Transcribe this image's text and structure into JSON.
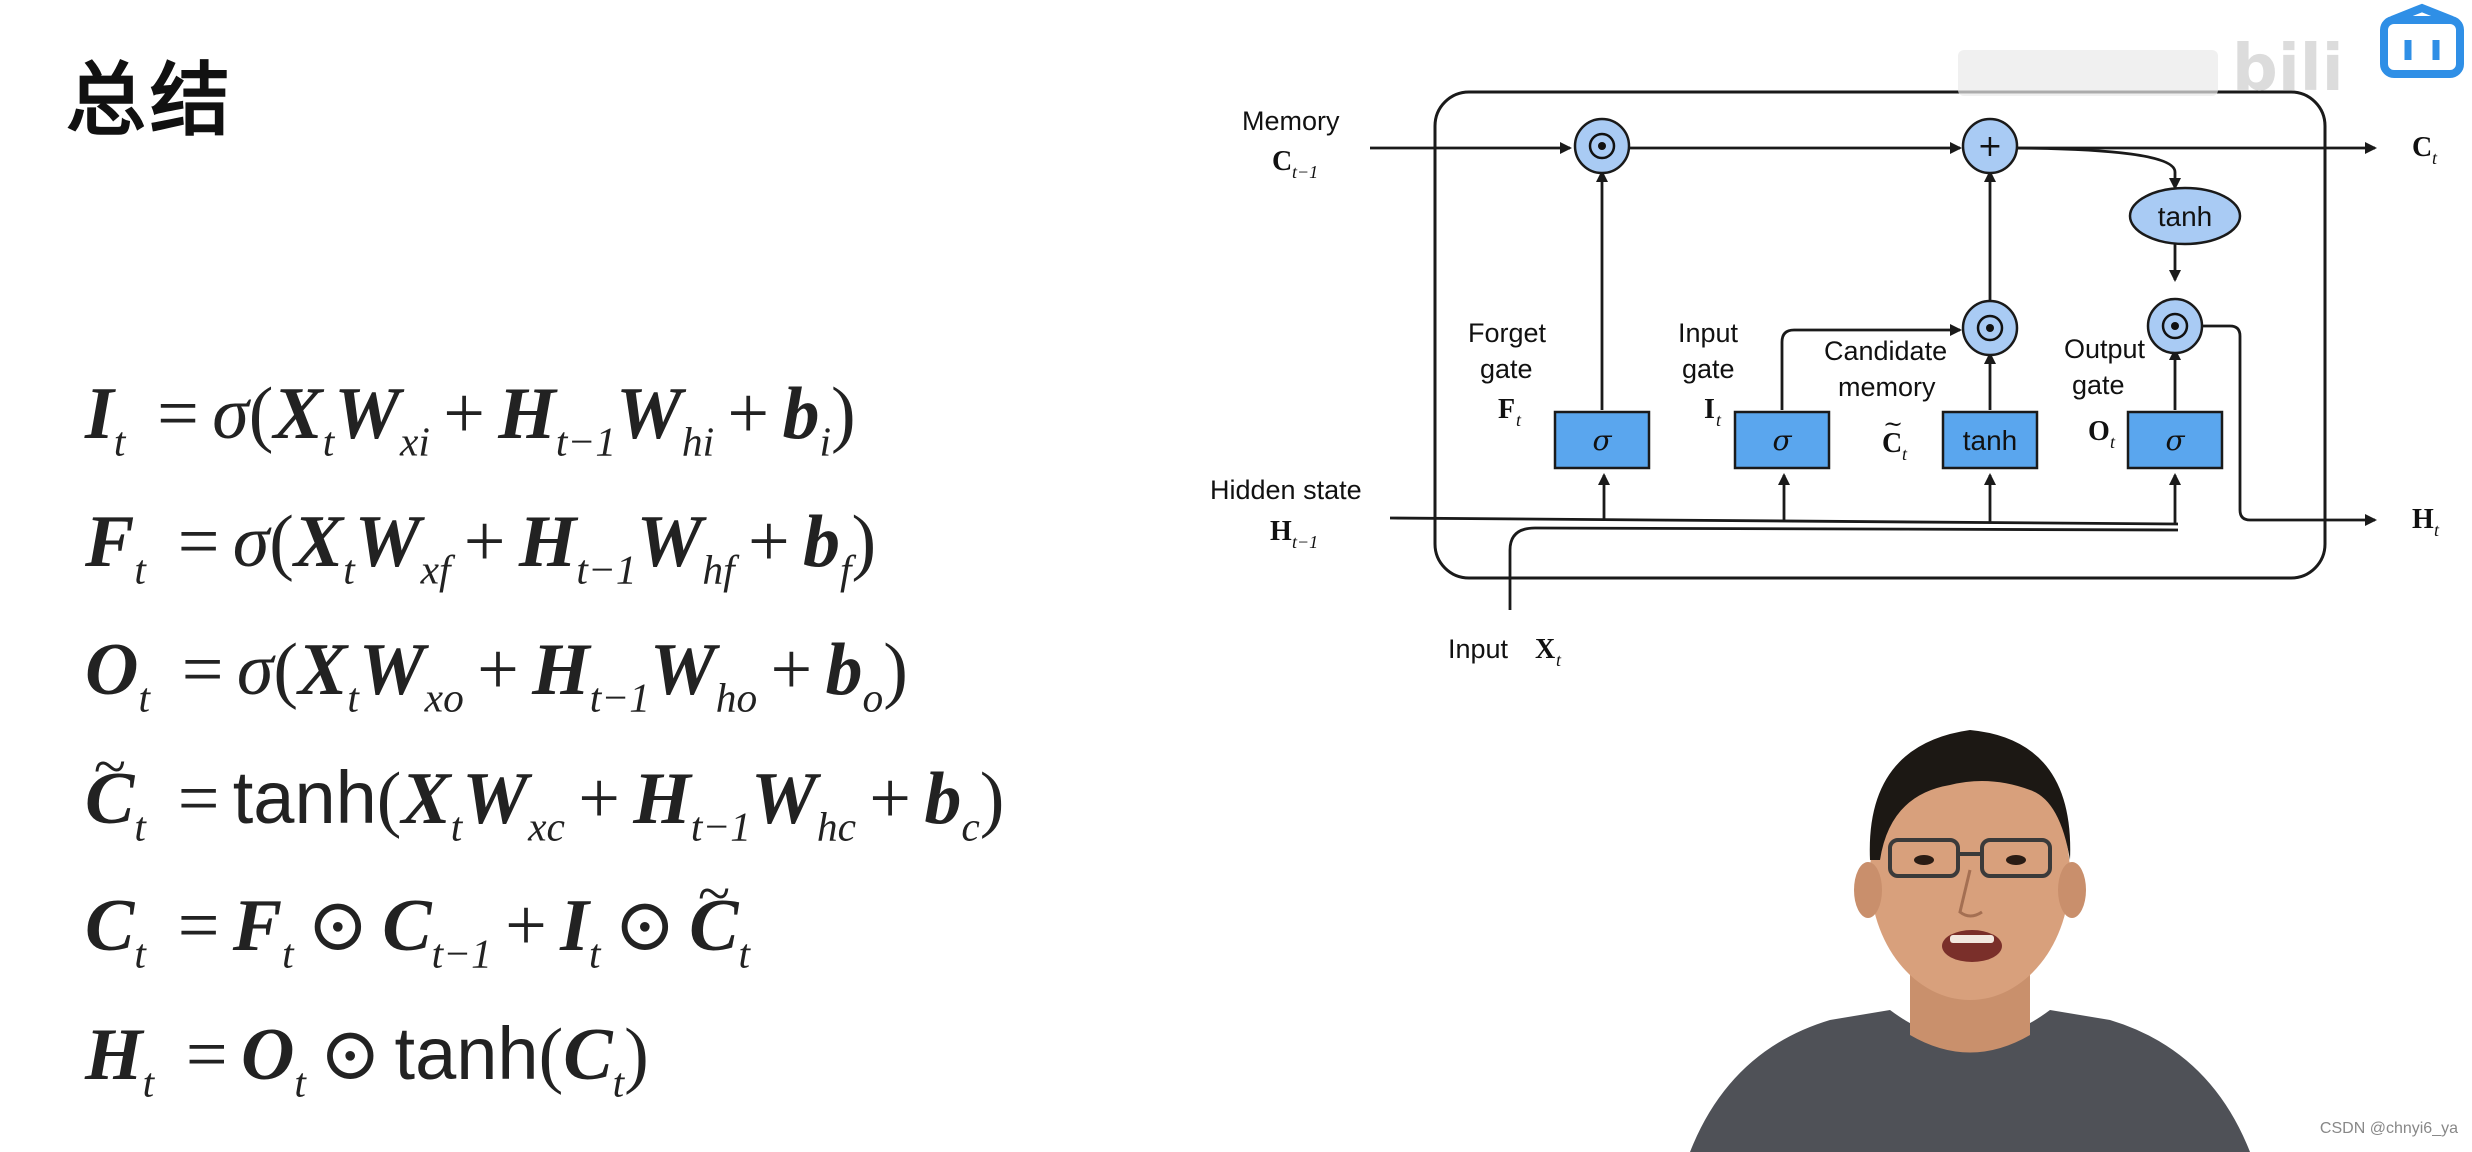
{
  "slide": {
    "title": "总结"
  },
  "equations": {
    "eq1": {
      "lhs": "I",
      "lhs_sub": "t"
    },
    "eq2": {
      "lhs": "F",
      "lhs_sub": "t"
    },
    "eq3": {
      "lhs": "O",
      "lhs_sub": "t"
    },
    "eq4": {
      "lhs": "C",
      "lhs_sub": "t",
      "fn": "tanh"
    },
    "eq5": {
      "lhs": "C",
      "lhs_sub": "t"
    },
    "eq6": {
      "lhs": "H",
      "lhs_sub": "t",
      "fn": "tanh"
    }
  },
  "diagram": {
    "memory_label": "Memory",
    "memory_var": "C",
    "memory_sub": "t−1",
    "hidden_label": "Hidden state",
    "hidden_var": "H",
    "hidden_sub": "t−1",
    "input_label": "Input",
    "input_var": "X",
    "input_sub": "t",
    "forget_label_1": "Forget",
    "forget_label_2": "gate",
    "forget_var": "F",
    "input_gate_label_1": "Input",
    "input_gate_label_2": "gate",
    "input_gate_var": "I",
    "candidate_label_1": "Candidate",
    "candidate_label_2": "memory",
    "candidate_var": "C",
    "output_label_1": "Output",
    "output_label_2": "gate",
    "output_var": "O",
    "var_sub": "t",
    "out_c_var": "C",
    "out_h_var": "H",
    "sigma": "σ",
    "tanh": "tanh",
    "plus": "+"
  },
  "watermark": {
    "text": "bilibili"
  },
  "credit": "CSDN @chnyi6_ya",
  "colors": {
    "gate_fill": "#5aa6ee",
    "node_fill": "#a9cbf4",
    "logo_blue": "#2f8fe6"
  },
  "icons": [
    "odot-icon",
    "plus-icon",
    "tanh-node-icon",
    "sigma-gate-icon",
    "presenter-photo",
    "bilibili-logo"
  ]
}
